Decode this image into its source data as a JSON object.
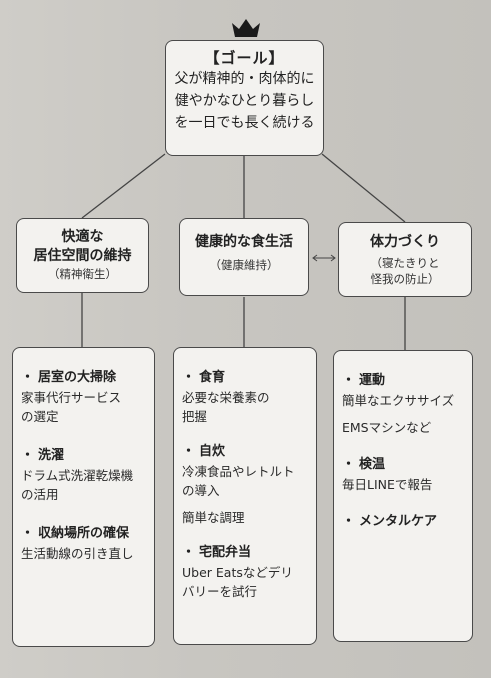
{
  "goal": {
    "title": "【ゴール】",
    "lines": [
      "父が精神的・肉体的に",
      "健やかなひとり暮らし",
      "を一日でも長く続ける"
    ]
  },
  "categories": [
    {
      "title_lines": [
        "快適な",
        "居住空間の維持"
      ],
      "sub": "（精神衛生）"
    },
    {
      "title_lines": [
        "健康的な食生活"
      ],
      "sub": "（健康維持）"
    },
    {
      "title_lines": [
        "体力づくり"
      ],
      "sub_lines": [
        "（寝たきりと",
        "怪我の防止）"
      ]
    }
  ],
  "bullet": "・",
  "columns": [
    {
      "groups": [
        {
          "title": "居室の大掃除",
          "texts": [
            "家事代行サービス",
            "の選定"
          ]
        },
        {
          "title": "洗濯",
          "texts": [
            "ドラム式洗濯乾燥機",
            "の活用"
          ]
        },
        {
          "title": "収納場所の確保",
          "texts": [
            "生活動線の引き直し"
          ]
        }
      ]
    },
    {
      "groups": [
        {
          "title": "食育",
          "texts": [
            "必要な栄養素の",
            "把握"
          ]
        },
        {
          "title": "自炊",
          "texts": [
            "冷凍食品やレトルト",
            "の導入"
          ],
          "extra": "簡単な調理"
        },
        {
          "title": "宅配弁当",
          "texts": [
            "Uber Eatsなどデリ",
            "バリーを試行"
          ]
        }
      ]
    },
    {
      "groups": [
        {
          "title": "運動",
          "texts": [
            "簡単なエクササイズ"
          ],
          "extra": "EMSマシンなど"
        },
        {
          "title": "検温",
          "texts": [
            "毎日LINEで報告"
          ]
        },
        {
          "title": "メンタルケア",
          "texts": []
        }
      ]
    }
  ],
  "icons": {
    "crown": "crown-icon",
    "double_arrow": "double-arrow-icon"
  }
}
